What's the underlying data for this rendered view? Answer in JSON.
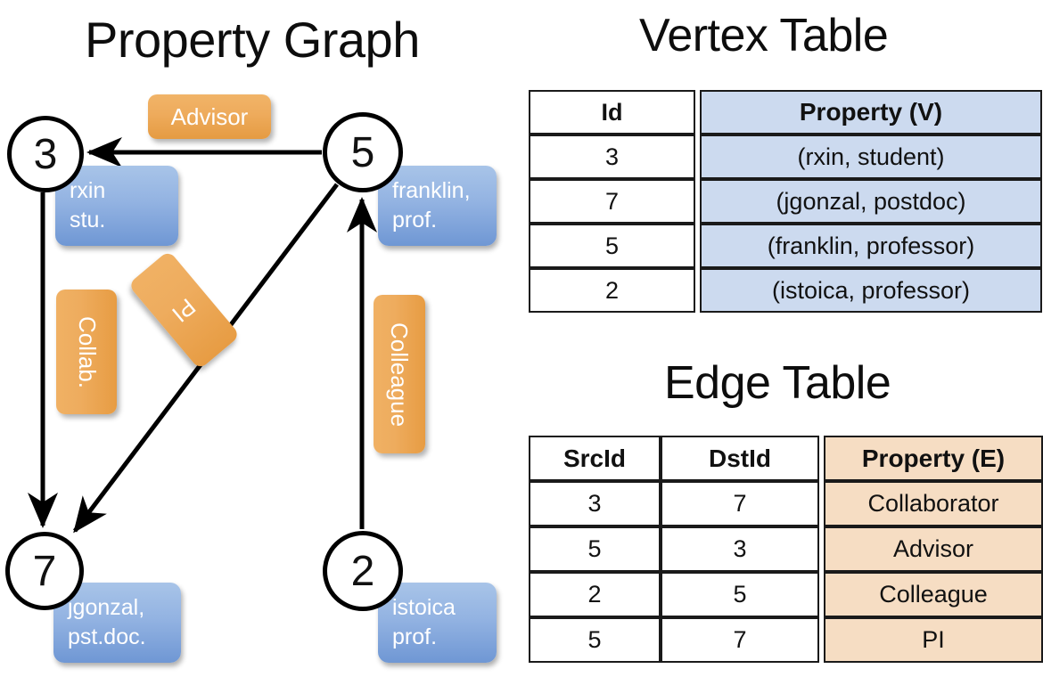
{
  "titles": {
    "property_graph": "Property Graph",
    "vertex_table": "Vertex Table",
    "edge_table": "Edge Table"
  },
  "graph": {
    "vertices": [
      {
        "id": "3",
        "label": "rxin\nstu.",
        "line1": "rxin",
        "line2": "stu."
      },
      {
        "id": "5",
        "label": "franklin,\nprof.",
        "line1": "franklin,",
        "line2": "prof."
      },
      {
        "id": "7",
        "label": "jgonzal,\npst.doc.",
        "line1": "jgonzal,",
        "line2": "pst.doc."
      },
      {
        "id": "2",
        "label": "istoica\nprof.",
        "line1": "istoica",
        "line2": "prof."
      }
    ],
    "edge_labels": [
      {
        "name": "advisor",
        "text": "Advisor",
        "orientation": "horizontal"
      },
      {
        "name": "collab",
        "text": "Collab.",
        "orientation": "vertical"
      },
      {
        "name": "pi",
        "text": "PI",
        "orientation": "diagonal"
      },
      {
        "name": "colleague",
        "text": "Colleague",
        "orientation": "vertical"
      }
    ],
    "edges": [
      {
        "from": "5",
        "to": "3",
        "label": "Advisor"
      },
      {
        "from": "3",
        "to": "7",
        "label": "Collab."
      },
      {
        "from": "5",
        "to": "7",
        "label": "PI"
      },
      {
        "from": "2",
        "to": "5",
        "label": "Colleague"
      }
    ]
  },
  "vertex_table": {
    "headers": [
      "Id",
      "Property (V)"
    ],
    "rows": [
      {
        "id": "3",
        "property": "(rxin, student)"
      },
      {
        "id": "7",
        "property": "(jgonzal, postdoc)"
      },
      {
        "id": "5",
        "property": "(franklin, professor)"
      },
      {
        "id": "2",
        "property": "(istoica, professor)"
      }
    ]
  },
  "edge_table": {
    "headers": [
      "SrcId",
      "DstId",
      "Property (E)"
    ],
    "rows": [
      {
        "src": "3",
        "dst": "7",
        "property": "Collaborator"
      },
      {
        "src": "5",
        "dst": "3",
        "property": "Advisor"
      },
      {
        "src": "2",
        "dst": "5",
        "property": "Colleague"
      },
      {
        "src": "5",
        "dst": "7",
        "property": "PI"
      }
    ]
  },
  "colors": {
    "vertex_property_fill": "#ccdaef",
    "edge_property_fill": "#f6ddc3",
    "node_box_blue": "#93b3e2",
    "edge_label_orange": "#eeac5e",
    "stroke": "#000000"
  }
}
